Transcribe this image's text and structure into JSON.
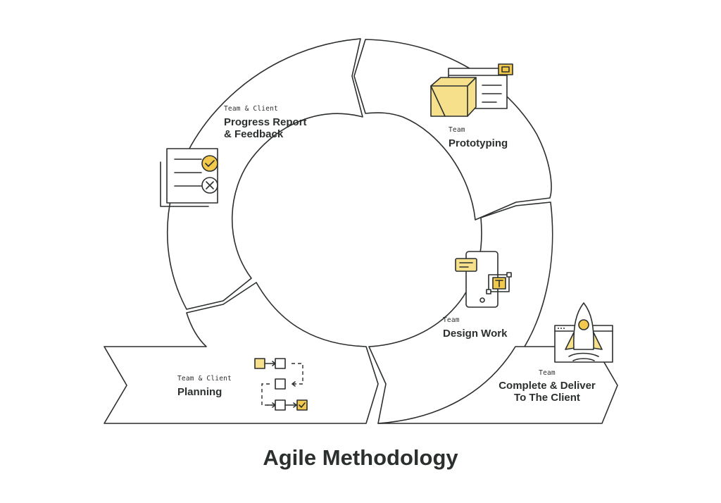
{
  "title": "Agile Methodology",
  "colors": {
    "accent_light": "#f6e08c",
    "accent": "#f2c94c",
    "ink": "#2b2f2e"
  },
  "stages": [
    {
      "id": "progress-report",
      "tag": "Team & Client",
      "title_lines": [
        "Progress Report",
        "& Feedback"
      ],
      "icon": "document-check-cross-icon"
    },
    {
      "id": "prototyping",
      "tag": "Team",
      "title_lines": [
        "Prototyping"
      ],
      "icon": "box-window-icon"
    },
    {
      "id": "design-work",
      "tag": "Team",
      "title_lines": [
        "Design Work"
      ],
      "icon": "phone-text-tool-icon"
    },
    {
      "id": "complete-deliver",
      "tag": "Team",
      "title_lines": [
        "Complete & Deliver",
        "To The Client"
      ],
      "icon": "rocket-window-icon"
    },
    {
      "id": "planning",
      "tag": "Team & Client",
      "title_lines": [
        "Planning"
      ],
      "icon": "flowchart-icon"
    }
  ]
}
